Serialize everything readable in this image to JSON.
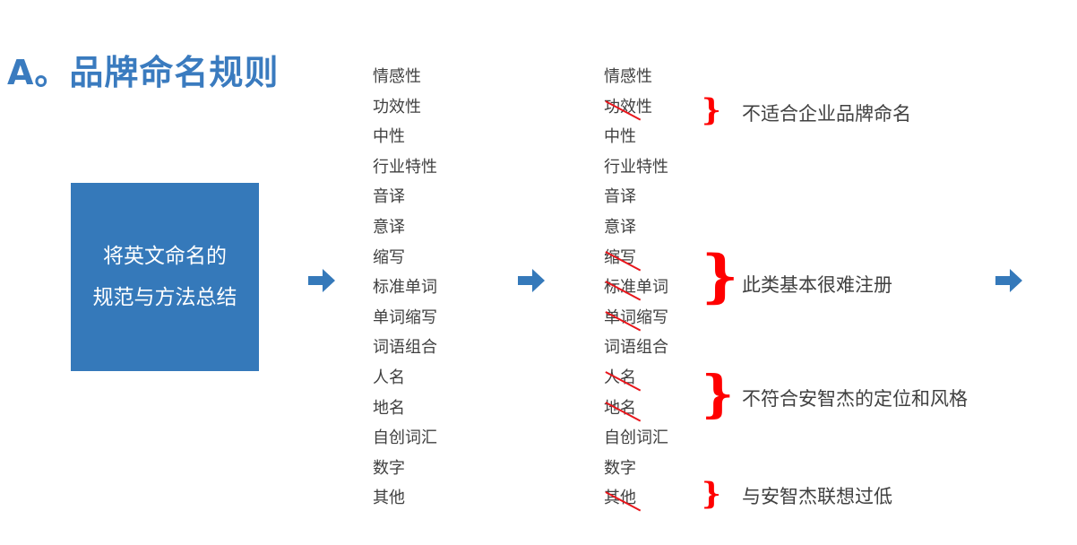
{
  "title": "A。品牌命名规则",
  "summary_box": {
    "line1": "将英文命名的",
    "line2": "规范与方法总结",
    "color": "#3579ba"
  },
  "arrow_icon": "right-arrow-icon",
  "list_original": [
    "情感性",
    "功效性",
    "中性",
    "行业特性",
    "音译",
    "意译",
    "缩写",
    "标准单词",
    "单词缩写",
    "词语组合",
    "人名",
    "地名",
    "自创词汇",
    "数字",
    "其他"
  ],
  "list_filtered": [
    {
      "label": "情感性",
      "struck": false
    },
    {
      "label": "功效性",
      "struck": true
    },
    {
      "label": "中性",
      "struck": false
    },
    {
      "label": "行业特性",
      "struck": false
    },
    {
      "label": "音译",
      "struck": false
    },
    {
      "label": "意译",
      "struck": false
    },
    {
      "label": "缩写",
      "struck": true
    },
    {
      "label": "标准单词",
      "struck": true
    },
    {
      "label": "单词缩写",
      "struck": true
    },
    {
      "label": "词语组合",
      "struck": false
    },
    {
      "label": "人名",
      "struck": true
    },
    {
      "label": "地名",
      "struck": true
    },
    {
      "label": "自创词汇",
      "struck": false
    },
    {
      "label": "数字",
      "struck": false
    },
    {
      "label": "其他",
      "struck": true
    }
  ],
  "notes": [
    {
      "brace": "}",
      "text": "不适合企业品牌命名"
    },
    {
      "brace": "}",
      "text": "此类基本很难注册"
    },
    {
      "brace": "}",
      "text": "不符合安智杰的定位和风格"
    },
    {
      "brace": "}",
      "text": "与安智杰联想过低"
    }
  ],
  "colors": {
    "accent": "#3a7bbf",
    "strike": "#e8161c",
    "brace": "#ff0000",
    "text": "#404040"
  }
}
